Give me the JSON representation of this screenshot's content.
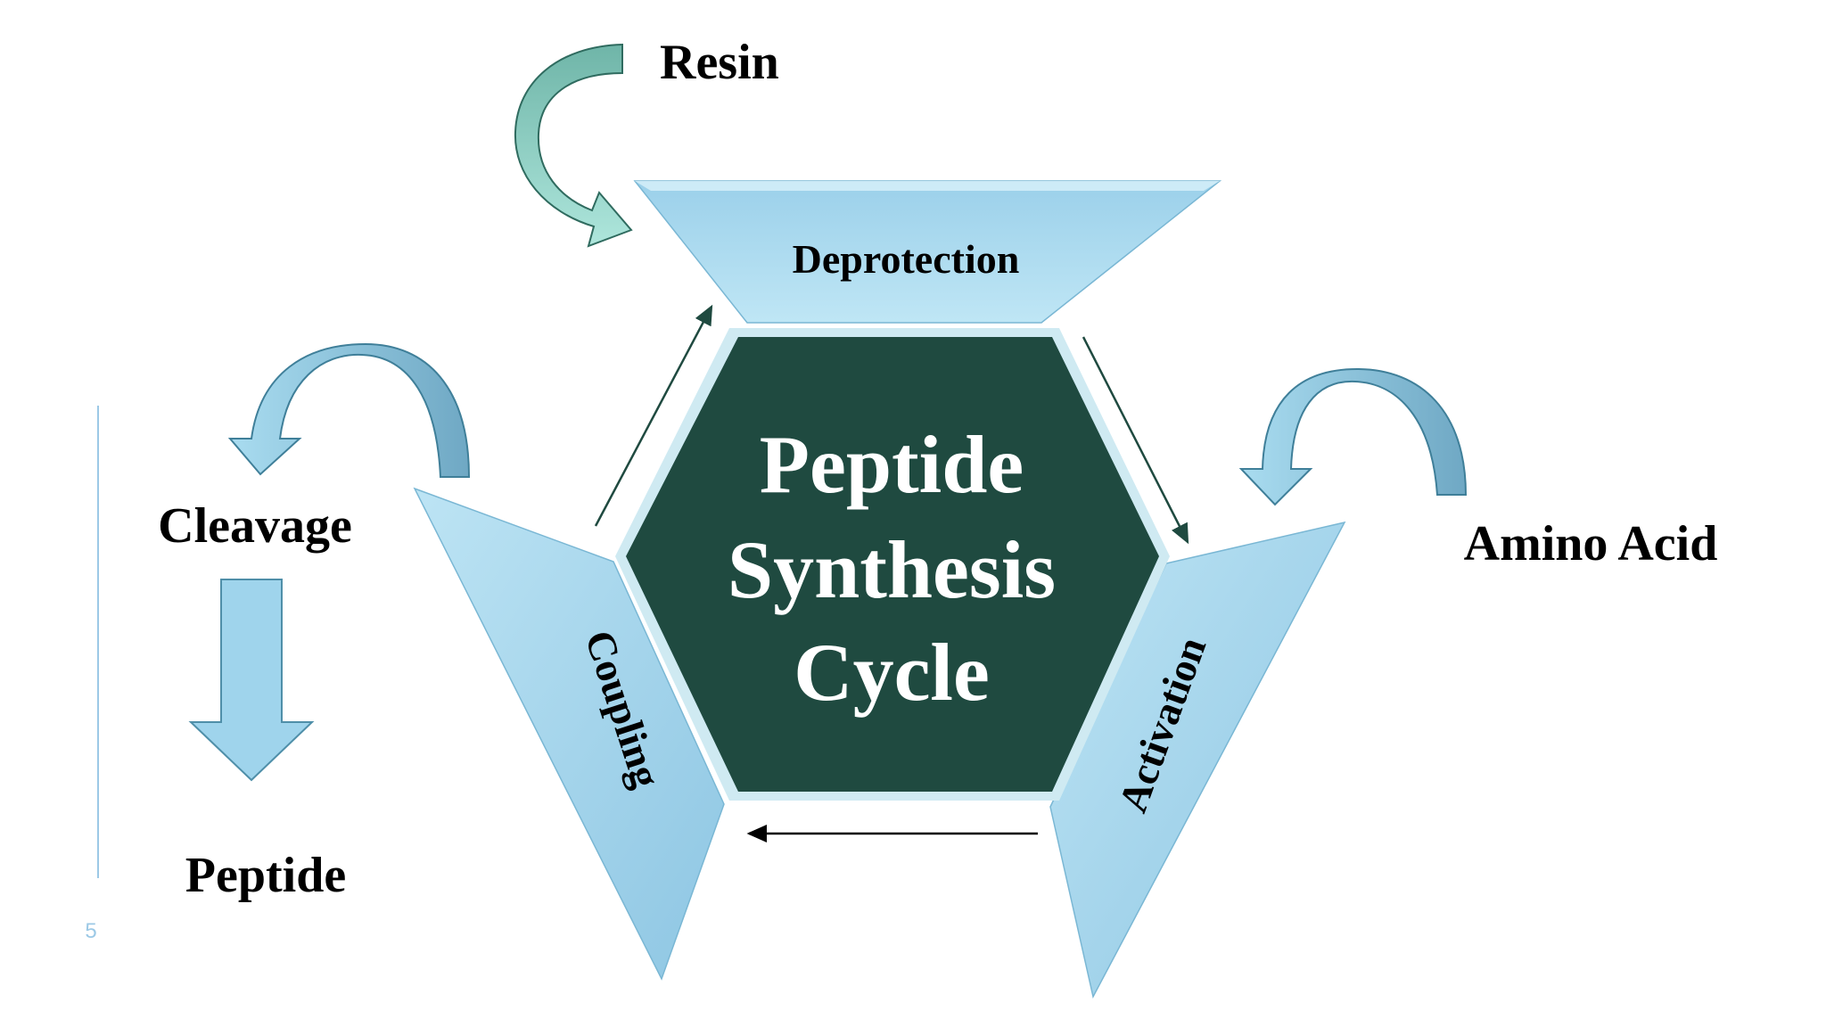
{
  "center": {
    "line1": "Peptide",
    "line2": "Synthesis",
    "line3": "Cycle"
  },
  "stages": {
    "deprotection": "Deprotection",
    "activation": "Activation",
    "coupling": "Coupling"
  },
  "inputs": {
    "resin": "Resin",
    "amino_acid": "Amino Acid",
    "cleavage": "Cleavage",
    "peptide": "Peptide"
  },
  "page_number": "5",
  "colors": {
    "hexagon_fill": "#1f4a40",
    "panel_fill": "#a8d8ee",
    "curved_arrow_fill": "#8cc8e2",
    "resin_arrow_fill": "#86cdbf",
    "connector_arrow": "#1f4a40",
    "accent_line": "#9cc9e6"
  }
}
